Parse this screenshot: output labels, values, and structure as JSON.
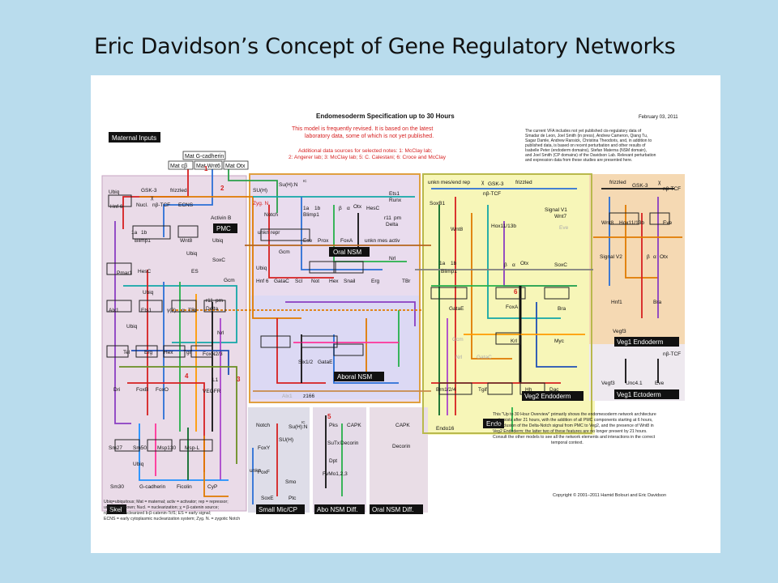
{
  "slide": {
    "title": "Eric Davidson’s Concept of Gene Regulatory Networks"
  },
  "diagram": {
    "heading": "Endomesoderm Specification up to 30 Hours",
    "date": "February 03, 2011",
    "notice_lines": [
      "This model is frequently revised. It is based on the latest",
      "laboratory data, some of which is not yet published."
    ],
    "sources_lines": [
      "Additional data sources for selected notes: 1: McClay lab;",
      "2: Angerer lab; 3: McClay lab; 5: C. Calestani; 6: Croce and McClay"
    ],
    "vfa_lines": [
      "The current VFA includes not yet published cis-regulatory data of",
      "Smadar de Leon, Joel Smith (in press), Andrew Cameron, Qiang Tu,",
      "Sagar Damle, Andrew Ransick, Christina Theodoris, and, in addition to",
      "published data, is based on recent perturbation and other results of",
      "Isabelle Peter (endoderm domains), Stefan Materna (NSM domain),",
      "and Joel Smith (CP domains) of the Davidson Lab. Relevant perturbation",
      "and expression data from these studies are presented here."
    ],
    "overview_lines": [
      "This \"Up to 30 Hour Overview\" primarily shows the endomesoderm network architecture",
      "as it exists after 21 hours, with the addition of all PMC components starting at 6 hours,",
      "the inclusion of the Delta-Notch signal from PMC to Veg2, and the presence of Wnt8 in",
      "Veg2 Endoderm; the latter two of these features are no longer present by 21 hours.",
      "Consult the other models to see all the network elements and interactions in the correct",
      "temporal context."
    ],
    "legend_lines": [
      "Ubiq=ubiquitous; Mat = maternal; activ = activator; rep = repressor;",
      "unkn = unknown; Nucl. = nuclearization; χ = β-catenin source;",
      "nβ-TCF = nuclearized b-β-catenin-Tcf1; ES = early signal;",
      "ECNS = early cytoplasmic nuclearization system; Zyg. N. = zygotic Notch"
    ],
    "copyright": "Copyright © 2001–2011 Hamid Bolouri and Eric Davidson",
    "maternal": {
      "title": "Maternal Inputs",
      "genes": [
        "Mat G-cadherin",
        "Mat cβ",
        "Mat Wnt6",
        "Mat Otx"
      ]
    },
    "regions": {
      "pmc": "PMC",
      "skel": "Skel",
      "small_mic": "Small Mic/CP",
      "abo_nsm_diff": "Abo NSM Diff.",
      "oral_nsm_diff": "Oral NSM Diff.",
      "oral_nsm": "Oral NSM",
      "aboral_nsm": "Aboral NSM",
      "endo": "Endo",
      "veg2_endoderm": "Veg2 Endoderm",
      "veg1_endoderm": "Veg1 Endoderm",
      "veg1_ectoderm": "Veg1 Ectoderm"
    },
    "notes": [
      "1",
      "2",
      "3",
      "4",
      "5",
      "6"
    ],
    "genes_pmc": [
      "GSK-3",
      "frizzled",
      "χ",
      "Ubiq",
      "Nucl.",
      "nβ-TCF",
      "ECNS",
      "Activin B",
      "Hnf 6",
      "1a",
      "1b",
      "Blimp1",
      "Wnt8",
      "Ubiq",
      "SoxC",
      "Ubiq",
      "ES",
      "Pmar1",
      "HesC",
      "Gcm",
      "Ubiq",
      "Alx1",
      "Ets1",
      "γ(2)",
      "α",
      "TBr",
      "r11",
      "pm",
      "Delta",
      "Ubiq",
      "Nrl",
      "Tel",
      "Erg",
      "Hex",
      "Tgif",
      "FoxN2/3",
      "Dri",
      "FoxB",
      "FoxO",
      "VEGFR",
      "L1",
      "Sm27",
      "Sm50",
      "Msp130",
      "Msp-L",
      "Ubiq",
      "Sm30",
      "G-cadherin",
      "Ficolin",
      "CyP"
    ],
    "genes_nsm": [
      "SU(H)",
      "Su(H):N",
      "IC",
      "Zyg. N.",
      "Notch",
      "1a",
      "1b",
      "Blimp1",
      "β",
      "α",
      "Otx",
      "HesC",
      "Ets1",
      "Runx",
      "r11",
      "pm",
      "Delta",
      "unkn repr",
      "Ese",
      "Prox",
      "FoxA",
      "unkn mes activ",
      "Gcm",
      "Nrl",
      "Ubiq",
      "Hnf 6",
      "GataC",
      "Scl",
      "Not",
      "Hex",
      "Snail",
      "Erg",
      "TBr",
      "Six1/2",
      "GataE",
      "z166",
      "Alx1"
    ],
    "genes_endo": [
      "unkn mes/end rep",
      "χ",
      "GSK-3",
      "nβ-TCF",
      "frizzled",
      "SoxB1",
      "Wnt7",
      "Wnt8",
      "Hox11/13b",
      "Signal V1",
      "Eve",
      "1a",
      "1b",
      "Blimp1",
      "β",
      "α",
      "Otx",
      "SoxC",
      "GataE",
      "FoxA",
      "Bra",
      "Gcm",
      "Krl",
      "Nrl",
      "GataC",
      "Myc",
      "Brn1/2/4",
      "Tgif",
      "Hh",
      "Dac",
      "Endo16"
    ],
    "genes_veg1": [
      "frizzled",
      "GSK-3",
      "χ",
      "nβ-TCF",
      "Wnt8",
      "Hox11/13b",
      "Eve",
      "Signal V2",
      "β",
      "α",
      "Otx",
      "Hnf1",
      "Bra",
      "Vegf3",
      "nβ-TCF",
      "Vegf3",
      "Unc4.1",
      "Eve"
    ],
    "genes_diff": [
      "Notch",
      "Su(H):N",
      "IC",
      "SU(H)",
      "FoxY",
      "FoxF",
      "unkn",
      "Smo",
      "SoxE",
      "Ptc",
      "Pks",
      "CAPK",
      "SuTx",
      "Decorin",
      "Dpt",
      "FvMo1,2,3",
      "CAPK",
      "Decorin"
    ]
  }
}
